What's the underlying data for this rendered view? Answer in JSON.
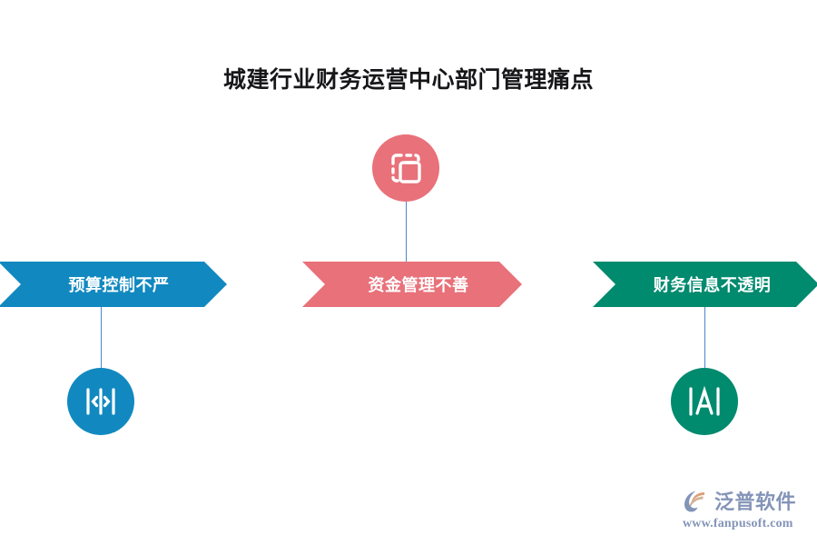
{
  "title": "城建行业财务运营中心部门管理痛点",
  "colors": {
    "blue": "#1189c0",
    "salmon": "#e8717a",
    "green": "#008a6e",
    "connector": "#4a86c8",
    "title_text": "#17171a",
    "banner_text": "#ffffff",
    "logo_text": "#8494b8",
    "logo_accent": "#d9a07a",
    "background": "#ffffff"
  },
  "diagram": {
    "type": "chevron-process",
    "items": [
      {
        "label": "预算控制不严",
        "color": "#1189c0",
        "icon": "expand-horizontal-icon",
        "icon_position": "below"
      },
      {
        "label": "资金管理不善",
        "color": "#e8717a",
        "icon": "copy-duplicate-icon",
        "icon_position": "above"
      },
      {
        "label": "财务信息不透明",
        "color": "#008a6e",
        "icon": "letter-a-brackets-icon",
        "icon_position": "below"
      }
    ]
  },
  "logo": {
    "name": "泛普软件",
    "url": "www.fanpusoft.com"
  }
}
